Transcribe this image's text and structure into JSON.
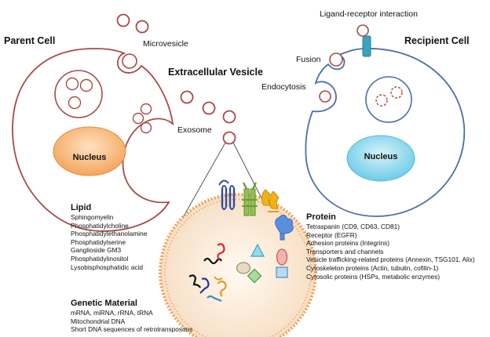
{
  "title": "Extracellular Vesicle",
  "parent_cell": {
    "label": "Parent Cell",
    "nucleus": "Nucleus"
  },
  "recipient_cell": {
    "label": "Recipient Cell",
    "nucleus": "Nucleus"
  },
  "annotations": {
    "microvesicle": "Microvesicle",
    "exosome": "Exosome",
    "fusion": "Fusion",
    "endocytosis": "Endocytosis",
    "ligand_receptor": "Ligand-receptor interaction"
  },
  "lipid": {
    "heading": "Lipid",
    "items": [
      "Sphingomyelin",
      "Phosphatidylcholine",
      "Phosphatidylethanolamine",
      "Phosphatidylserine",
      "Ganglioside GM3",
      "Phosphatidylinositol",
      "Lysobisphosphatidic acid"
    ]
  },
  "protein": {
    "heading": "Protein",
    "items": [
      "Tetraspanin (CD9, CD63, CD81)",
      "Receptor (EGFR)",
      "Adhesion proteins (Integrins)",
      "Transporters and channels",
      "Vesicle trafficking-related proteins (Annexin, TSG101, Alix)",
      "Cytoskeleton proteins (Actin, tubulin, cofilin-1)",
      "Cytosolic proteins (HSPs, metabolic enzymes)"
    ]
  },
  "genetic_material": {
    "heading": "Genetic Material",
    "items": [
      "mRNA, miRNA, rRNA, tRNA",
      "Mitochondrial DNA",
      "Short DNA sequences of retrotransposons"
    ]
  },
  "colors": {
    "membrane": "#a64b47",
    "recipient_membrane": "#4b6fa6",
    "parent_nucleus": "#f4a55c",
    "recipient_nucleus": "#7ad3ea",
    "vesicle_fill": "#f6d9b5",
    "receptor": "#3aa3bf"
  }
}
